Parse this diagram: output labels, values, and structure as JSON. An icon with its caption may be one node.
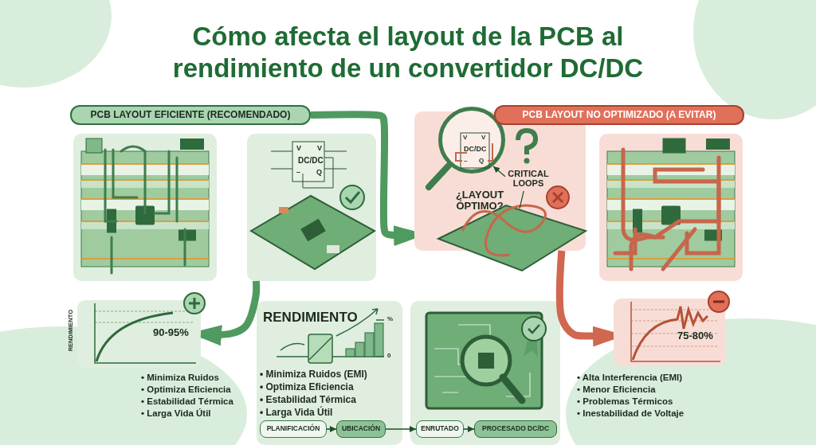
{
  "diagram": {
    "title": "Cómo afecta el layout de la PCB al rendimiento de un convertidor DC/DC",
    "nodes": [
      {
        "text": [
          "PCB LAYOUT EFICIENTE (RECOMENDADO)"
        ]
      },
      {
        "text": [],
        "shape": "picture"
      },
      {
        "text": [],
        "shape": "picture"
      },
      {
        "text": [
          "PCB LAYOUT NO OPTIMIZADO (A EVITAR)"
        ]
      },
      {
        "text": [
          "¿LAYOUT ÓPTIMO?"
        ]
      },
      {
        "text": [
          "CRITICAL LOOPS"
        ],
        "in": 4
      },
      {
        "text": [],
        "shape": "picture"
      },
      {
        "text": [
          "RENDIMIENTO",
          "90-95%"
        ],
        "beside": [
          "• Minimiza Ruidos",
          "• Optimiza Eficiencia",
          "• Estabilidad Térmica",
          "• Larga Vida Útil"
        ]
      },
      {
        "text": [
          "RENDIMIENTO",
          "%",
          "0",
          "• Minimiza Ruidos (EMI)",
          "• Optimiza Eficiencia",
          "• Estabilidad Térmica",
          "• Larga Vida Útil"
        ]
      },
      {
        "text": [],
        "shape": "picture"
      },
      {
        "text": [
          "75-80%"
        ],
        "beside": [
          "• Alta Interferencia (EMI)",
          "• Menor Eficiencia",
          "• Problemas Térmicos",
          "• Inestabilidad de Voltaje"
        ]
      },
      {
        "text": [
          "PLANIFICACIÓN"
        ],
        "in": 8
      },
      {
        "text": [
          "UBICACIÓN"
        ],
        "in": 8
      },
      {
        "text": [
          "ENRUTADO"
        ],
        "in": 9
      },
      {
        "text": [
          "PROCESADO DC/DC"
        ],
        "in": 9
      },
      {
        "text": [],
        "shape": "picture",
        "in": 4
      }
    ],
    "edges": [
      {
        "from": 0,
        "to": 4,
        "arrow": "to",
        "style": "thick"
      },
      {
        "from": 2,
        "to": 7,
        "arrow": "to",
        "style": "thick"
      },
      {
        "from": 4,
        "to": 10,
        "arrow": "to",
        "style": "thick",
        "color": "#d0674f"
      },
      {
        "from": 5,
        "to": 15,
        "arrow": "to"
      },
      {
        "from": 5,
        "to": null,
        "arrow": "none"
      },
      {
        "from": 11,
        "to": 12,
        "arrow": "to"
      },
      {
        "from": 12,
        "to": 13,
        "arrow": "to"
      },
      {
        "from": 13,
        "to": 14,
        "arrow": "to"
      }
    ],
    "labels": [
      "V",
      "V",
      "DC/DC",
      "–",
      "Q",
      "V",
      "V",
      "DC/DC",
      "–",
      "Q"
    ]
  }
}
